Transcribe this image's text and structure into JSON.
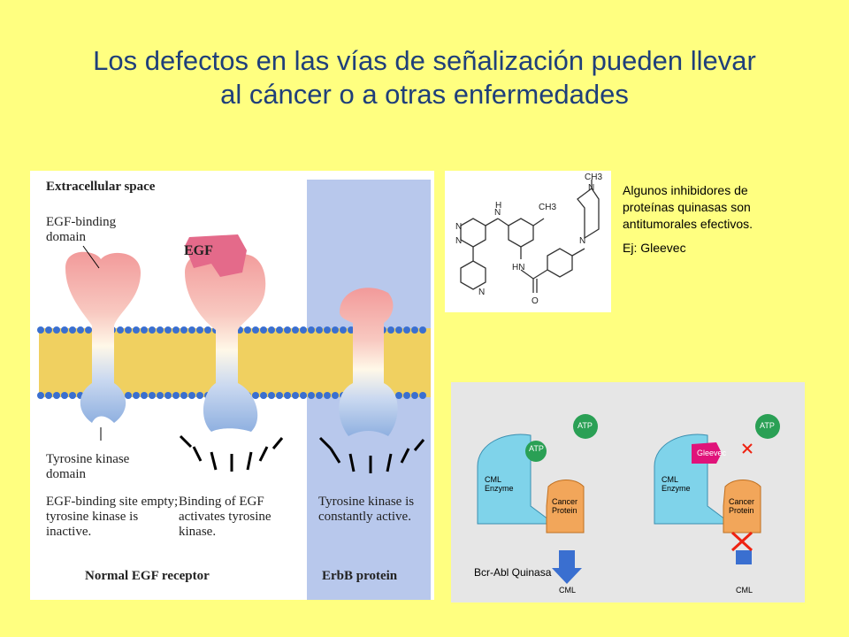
{
  "title_line1": "Los defectos en las vías de señalización pueden llevar",
  "title_line2": "al cáncer o a otras enfermedades",
  "side_text": {
    "para1": "Algunos inhibidores de proteínas quinasas son antitumorales efectivos.",
    "para2": "Ej: Gleevec"
  },
  "egf_figure": {
    "extracellular": "Extracellular space",
    "egf_binding_domain": "EGF-binding domain",
    "egf": "EGF",
    "tk_domain": "Tyrosine kinase domain",
    "caption1": "EGF-binding site empty; tyrosine kinase is inactive.",
    "caption2": "Binding of EGF activates tyrosine kinase.",
    "caption3": "Tyrosine kinase is constantly active.",
    "footer_left": "Normal EGF receptor",
    "footer_right": "ErbB protein"
  },
  "structure": {
    "n": "N",
    "nh": "N",
    "h": "H",
    "ch3_top": "CH3",
    "ch3_pip": "CH3",
    "hn": "HN",
    "o": "O"
  },
  "cml_figure": {
    "atp": "ATP",
    "cml_enzyme": "CML Enzyme",
    "cancer_protein": "Cancer Protein",
    "cml": "CML",
    "gleevec": "Gleevec",
    "caption": "Bcr-Abl Quinasa"
  },
  "colors": {
    "background": "#ffff80",
    "title": "#1f3f7a",
    "membrane": "#f0d060",
    "receptor_top": "#f29a9a",
    "receptor_bottom": "#9bb6e0",
    "erbb_bg": "#b8c8ec",
    "atp_green": "#2aa055",
    "enzyme_cyan": "#7fd3ea",
    "protein_orange": "#f2a65a",
    "gleevec_magenta": "#e0137a"
  }
}
